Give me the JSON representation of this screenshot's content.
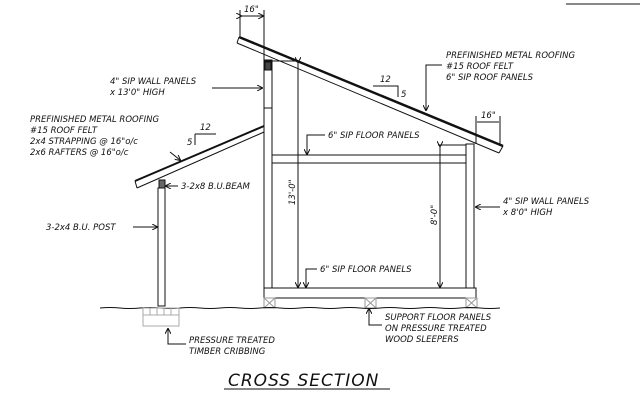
{
  "title": "CROSS SECTION",
  "dimensions": {
    "overhang_left": "16\"",
    "overhang_right": "16\"",
    "main_height": "13'-0\"",
    "ceiling_height": "8'-0\""
  },
  "slopes": {
    "main_roof": {
      "run": "12",
      "rise": "5"
    },
    "porch_roof": {
      "run": "12",
      "rise": "5"
    }
  },
  "notes": {
    "wall_13": [
      "4\" SIP WALL PANELS",
      "x 13'0\" HIGH"
    ],
    "porch_roof": [
      "PREFINISHED METAL ROOFING",
      "#15 ROOF FELT",
      "2x4 STRAPPING @ 16\"o/c",
      "2x6 RAFTERS @ 16\"o/c"
    ],
    "beam": "3-2x8 B.U.BEAM",
    "post": "3-2x4 B.U. POST",
    "main_roof": [
      "PREFINISHED METAL ROOFING",
      "#15 ROOF FELT",
      "6\" SIP ROOF PANELS"
    ],
    "loft_floor": "6\" SIP FLOOR PANELS",
    "wall_8": [
      "4\" SIP WALL PANELS",
      "x 8'0\" HIGH"
    ],
    "main_floor": "6\" SIP FLOOR PANELS",
    "sleepers": [
      "SUPPORT FLOOR PANELS",
      "ON PRESSURE TREATED",
      "WOOD SLEEPERS"
    ],
    "cribbing": [
      "PRESSURE TREATED",
      "TIMBER CRIBBING"
    ]
  }
}
